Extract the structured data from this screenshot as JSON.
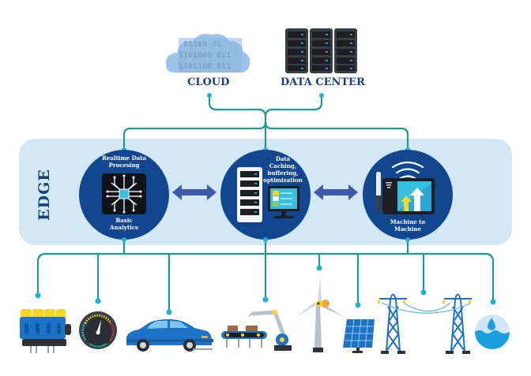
{
  "title": "Edge Computing Architecture",
  "top_nodes": [
    {
      "label": "CLOUD",
      "icon": "cloud-icon",
      "binary_text": [
        "01100 01",
        "1101000 011",
        "1101100 011"
      ]
    },
    {
      "label": "DATA CENTER",
      "icon": "server-rack-icon"
    }
  ],
  "edge": {
    "label": "EDGE",
    "nodes": [
      {
        "top_text": "Realtime Data Procesing",
        "bottom_text": "Basic Analytics",
        "icon": "processor-chip-icon"
      },
      {
        "top_text": "Data Caching, buffering, optimization",
        "bottom_text": "",
        "icon": "server-monitor-icon"
      },
      {
        "top_text": "",
        "bottom_text": "Machine to Machine",
        "icon": "wireless-tablet-icon"
      }
    ],
    "connectors": [
      "bidirectional-arrow-icon",
      "bidirectional-arrow-icon"
    ]
  },
  "devices": [
    {
      "name": "engine",
      "icon": "engine-icon"
    },
    {
      "name": "speedometer",
      "icon": "speedometer-icon"
    },
    {
      "name": "car",
      "icon": "car-icon"
    },
    {
      "name": "robotic assembly line",
      "icon": "robot-arm-conveyor-icon"
    },
    {
      "name": "wind turbine",
      "icon": "wind-turbine-icon"
    },
    {
      "name": "solar panel",
      "icon": "solar-panel-icon"
    },
    {
      "name": "power transmission towers",
      "icon": "power-tower-icon"
    },
    {
      "name": "water",
      "icon": "water-drop-icon"
    }
  ],
  "colors": {
    "navy": "#173f7a",
    "circle": "#12478f",
    "band": "#d3e8f5",
    "line": "#1e9a8c",
    "dot": "#1bb3d9",
    "arrow": "#3f5bab",
    "cloud": "#9cc4ea",
    "blue": "#1e73c4",
    "yellow": "#f9d71c"
  }
}
